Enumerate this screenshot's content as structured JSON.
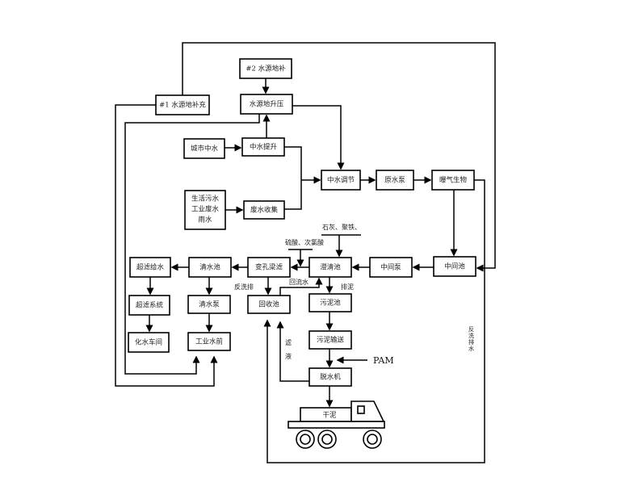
{
  "boxes": {
    "src2": "#2 水源地补",
    "src1": "#1 水源地补充",
    "boost": "水源地升压",
    "city": "城市中水",
    "lift": "中水提升",
    "waste_src": [
      "生活污水",
      "工业废水",
      "雨水"
    ],
    "collect": "废水收集",
    "regulate": "中水调节",
    "raw_pump": "原水泵",
    "aeration": "曝气生物",
    "mid_tank": "中间池",
    "mid_pump": "中间泵",
    "clarifier": "澄清池",
    "filter": "变孔梁滤",
    "clear_tank": "清水池",
    "uf_feed": "超滤给水",
    "uf_system": "超滤系统",
    "clear_pump": "清水泵",
    "chem_ws": "化水车间",
    "industrial": "工业水前",
    "recovery": "回收池",
    "sludge_tank": "污泥池",
    "sludge_conv": "污泥输送",
    "dewater": "脱水机",
    "dry_sludge": "干泥"
  },
  "labels": {
    "lime": "石灰、聚铁、",
    "acid": "硫酸、次氯酸",
    "return_water": "回流水",
    "backwash": "反洗排",
    "discharge": "排泥",
    "filtrate": [
      "滤",
      "液"
    ],
    "pam": "PAM",
    "backwash_drain": [
      "反",
      "洗",
      "排",
      "水"
    ]
  }
}
